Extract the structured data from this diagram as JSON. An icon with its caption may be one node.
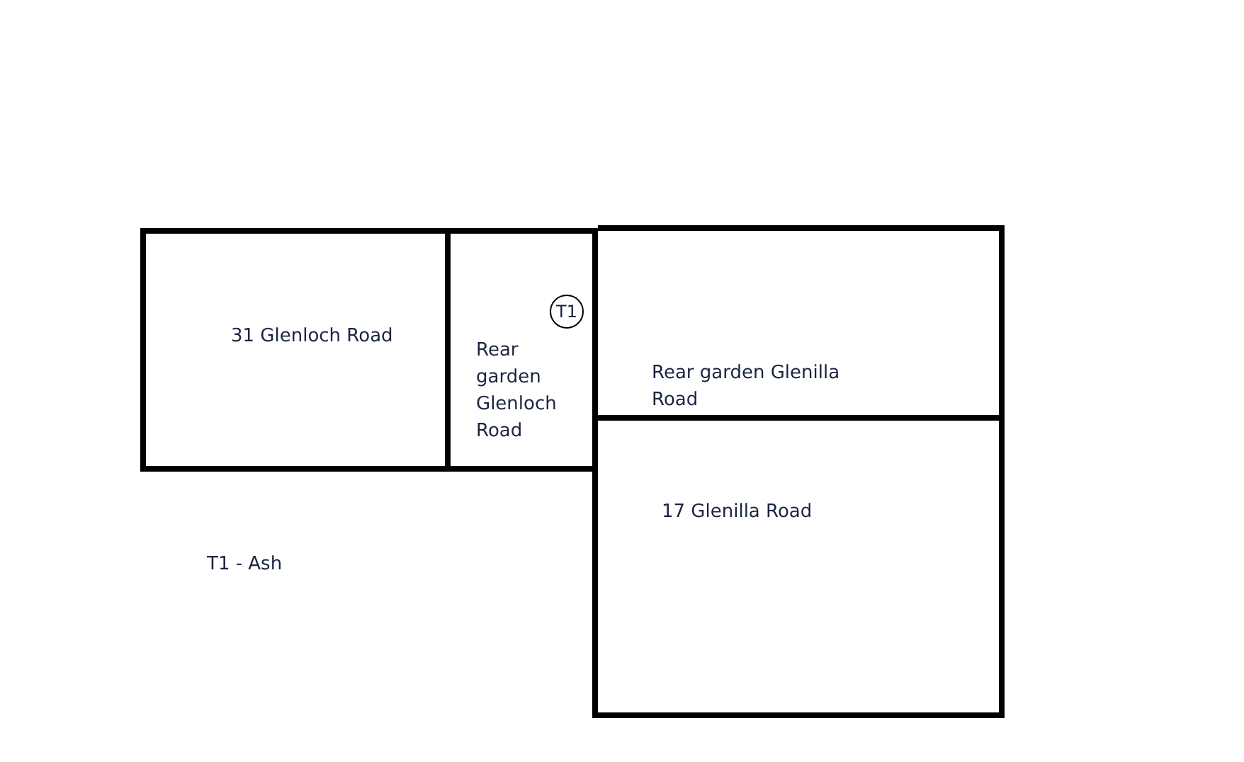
{
  "diagram": {
    "nodes": [
      {
        "text": [
          "31 Glenloch Road"
        ]
      },
      {
        "text": [
          "Rear garden Glenloch Road"
        ]
      },
      {
        "text": [
          "T1"
        ],
        "in": 1
      },
      {
        "text": [
          "Rear garden Glenilla Road"
        ]
      },
      {
        "text": [
          "17 Glenilla Road"
        ]
      }
    ],
    "edges": [],
    "labels": [
      "T1 - Ash"
    ]
  }
}
